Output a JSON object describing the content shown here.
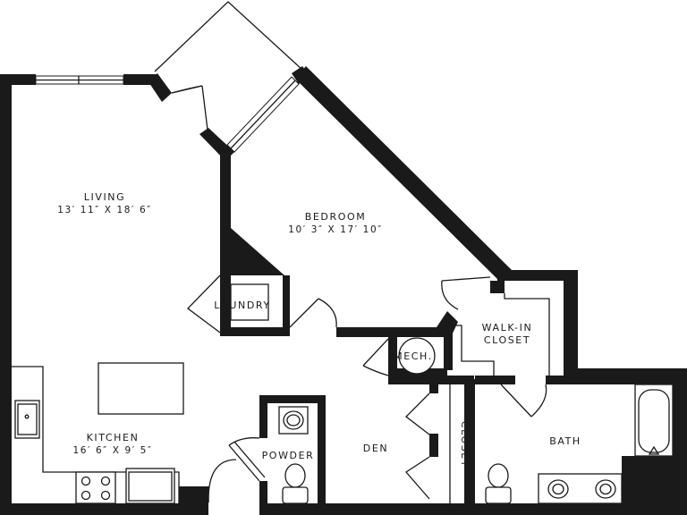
{
  "rooms": {
    "living": {
      "name": "LIVING",
      "dims": "13′ 11″ X 18′ 6″"
    },
    "bedroom": {
      "name": "BEDROOM",
      "dims": "10′ 3″ X 17′ 10″"
    },
    "kitchen": {
      "name": "KITCHEN",
      "dims": "16′ 6″ X 9′ 5″"
    },
    "laundry": {
      "name": "LAUNDRY"
    },
    "mech": {
      "name": "MECH."
    },
    "walkin": {
      "name_line1": "WALK-IN",
      "name_line2": "CLOSET"
    },
    "closet": {
      "name": "CLOSET"
    },
    "powder": {
      "name": "POWDER"
    },
    "den": {
      "name": "DEN"
    },
    "bath": {
      "name": "BATH"
    }
  },
  "colors": {
    "wall": "#1a1a1a",
    "background": "#ffffff"
  }
}
